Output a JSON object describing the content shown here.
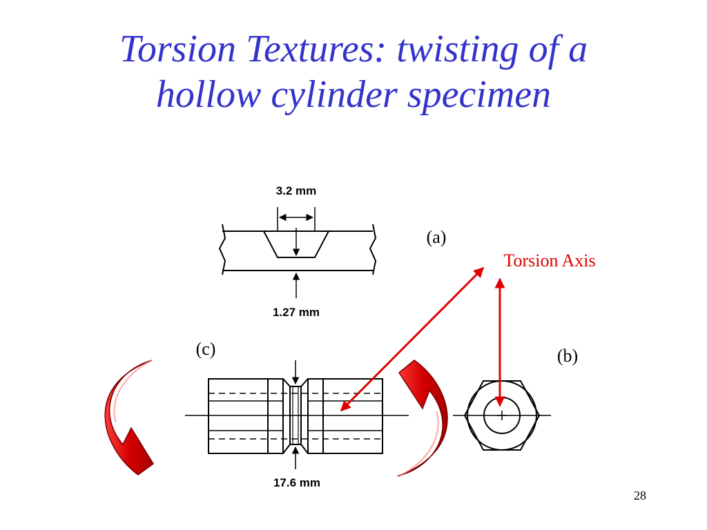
{
  "title": {
    "line1": "Torsion Textures: twisting of a",
    "line2": "hollow cylinder specimen"
  },
  "labels": {
    "panel_a": "(a)",
    "panel_b": "(b)",
    "panel_c": "(c)",
    "torsion_axis": "Torsion Axis",
    "dim_width": "3.2 mm",
    "dim_depth": "1.27 mm",
    "dim_length": "17.6 mm"
  },
  "page_number": "28",
  "colors": {
    "title": "#3333cc",
    "annotation": "#e00000",
    "twist_arrow_fill": "#cc0000",
    "line": "#000000"
  },
  "icons": {
    "twist_left": "curved-rotation-arrow-icon",
    "twist_right": "curved-rotation-arrow-icon"
  }
}
